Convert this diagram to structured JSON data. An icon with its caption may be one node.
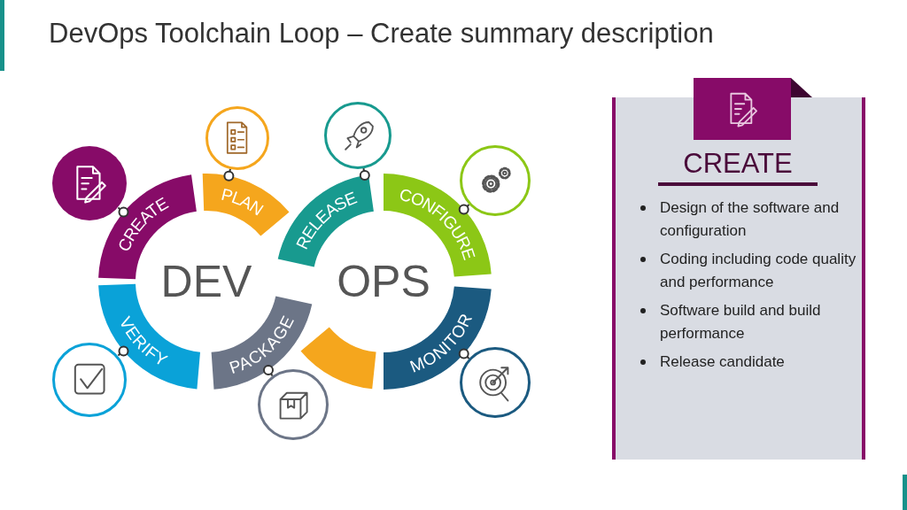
{
  "diagram": {
    "title": "DevOps Toolchain Loop – Create summary description",
    "nodes": [
      {
        "text": [],
        "shape": "circle"
      },
      {
        "text": [],
        "shape": "circle"
      },
      {
        "text": [],
        "shape": "circle"
      },
      {
        "text": [],
        "shape": "circle"
      },
      {
        "text": [
          "CREATE"
        ]
      },
      {
        "text": [
          "PLAN"
        ]
      },
      {
        "text": [
          "RELEASE"
        ]
      },
      {
        "text": [
          "CONFIGURE"
        ]
      },
      {
        "text": [
          "VERIFY"
        ]
      },
      {
        "text": [
          "PACKAGE"
        ]
      },
      {
        "text": [],
        "shape": "arc"
      },
      {
        "text": [
          "MONITOR"
        ]
      },
      {
        "text": [],
        "shape": "circle"
      },
      {
        "text": [],
        "shape": "circle"
      },
      {
        "text": [],
        "shape": "circle"
      },
      {
        "text": [
          "CREATE",
          "Design of the software and configuration",
          "Coding including code quality and performance",
          "Software build and build performance",
          "Release candidate"
        ]
      }
    ],
    "edges": [
      {
        "from": 0,
        "to": 4,
        "arrow": "other"
      },
      {
        "from": 1,
        "to": 5,
        "arrow": "other"
      },
      {
        "from": 2,
        "to": 6,
        "arrow": "other"
      },
      {
        "from": 3,
        "to": 7,
        "arrow": "other"
      },
      {
        "from": 12,
        "to": 8,
        "arrow": "other"
      },
      {
        "from": 13,
        "to": 9,
        "arrow": "other"
      },
      {
        "from": 14,
        "to": 11,
        "arrow": "other"
      }
    ],
    "labels": [
      "DEV",
      "OPS"
    ]
  }
}
